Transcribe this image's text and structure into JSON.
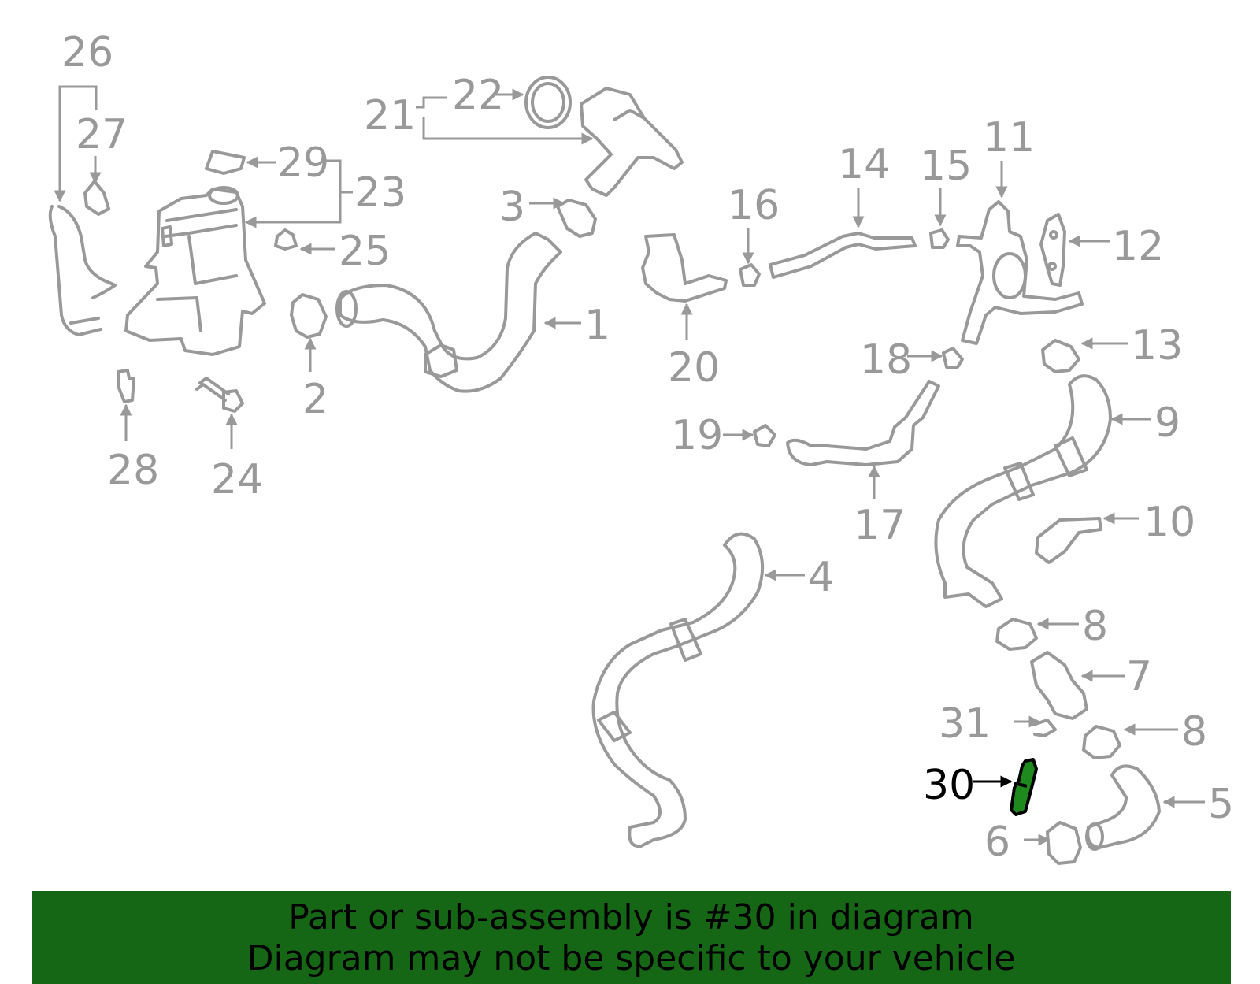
{
  "diagram": {
    "callouts": [
      "26",
      "27",
      "29",
      "23",
      "25",
      "22",
      "21",
      "3",
      "2",
      "1",
      "28",
      "24",
      "16",
      "14",
      "15",
      "11",
      "12",
      "20",
      "18",
      "13",
      "19",
      "9",
      "17",
      "10",
      "4",
      "8",
      "7",
      "31",
      "8",
      "30",
      "5",
      "6"
    ],
    "highlight_part": "30",
    "colors": {
      "line": "#999999",
      "highlight_fill": "#1e8a1e",
      "highlight_text": "#000000",
      "banner": "#156615"
    }
  },
  "banner": {
    "line1": "Part or sub-assembly is #30 in diagram",
    "line2": "Diagram may not be specific to your vehicle"
  }
}
